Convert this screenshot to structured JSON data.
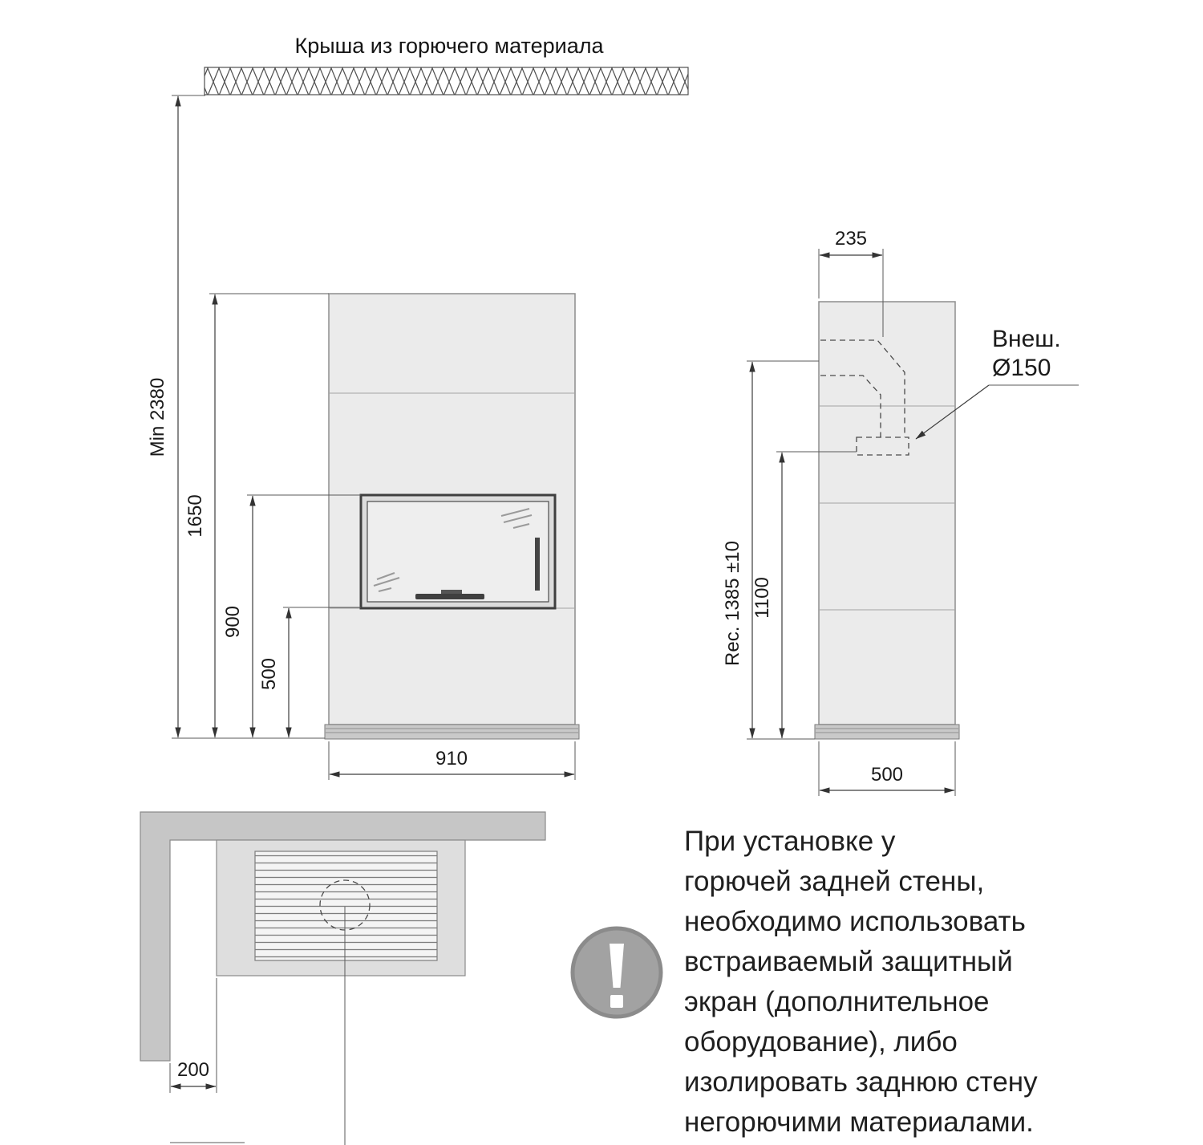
{
  "colors": {
    "line": "#3d3d3d",
    "body_fill": "#ebebeb",
    "wall_fill": "#c6c6c6",
    "icon_gray": "#a2a2a2"
  },
  "roof": {
    "label": "Крыша из горючего материала"
  },
  "front_view": {
    "dim_min_height": "Min 2380",
    "dim_overall": "1650",
    "dim_firebox_top": "900",
    "dim_firebox_bottom": "500",
    "dim_width": "910"
  },
  "side_view": {
    "dim_flue_offset": "235",
    "flue_label_1": "Внеш.",
    "flue_label_2": "Ø150",
    "dim_rec_height": "Rec. 1385 ±10",
    "dim_flue_height": "1100",
    "dim_depth": "500"
  },
  "top_view": {
    "dim_wall_clearance": "200"
  },
  "warning": {
    "lines": [
      "При установке у",
      "горючей задней стены,",
      "необходимо использовать",
      "встраиваемый защитный",
      "экран (дополнительное",
      "оборудование), либо",
      "изолировать заднюю стену",
      "негорючими материалами."
    ]
  }
}
